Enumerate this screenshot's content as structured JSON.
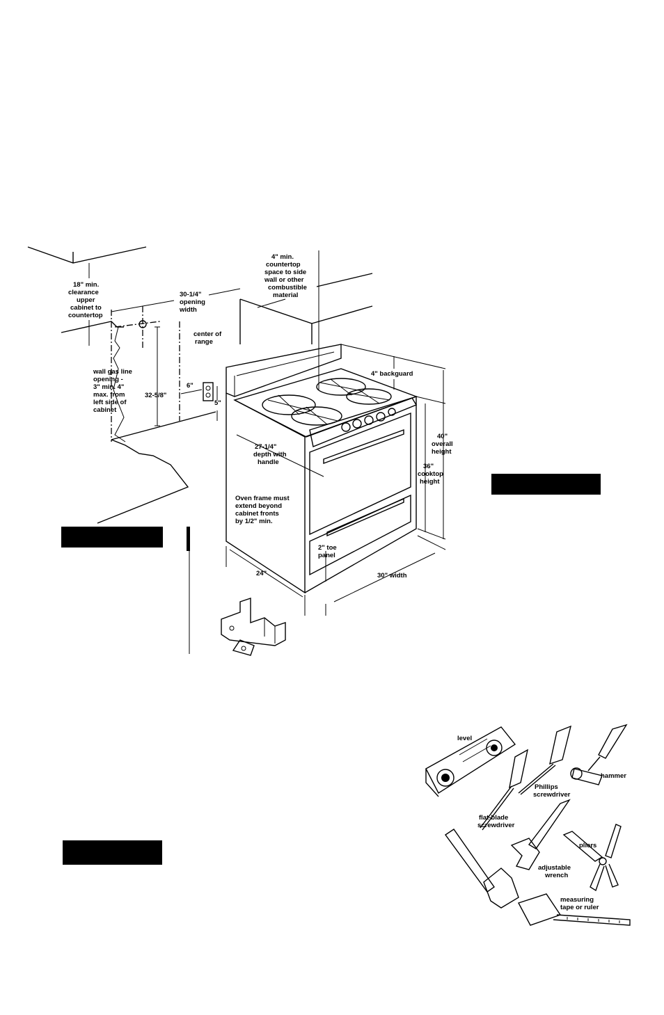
{
  "diagram": {
    "labels": {
      "upper_clearance": [
        "18\" min.",
        "clearance",
        "upper",
        "cabinet to",
        "countertop"
      ],
      "opening_width": [
        "30-1/4\"",
        "opening",
        "width"
      ],
      "side_space": [
        "4\" min.",
        "countertop",
        "space to side",
        "wall or other",
        "combustible",
        "material"
      ],
      "center_of_range": [
        "center of",
        "range"
      ],
      "gas_line": [
        "wall gas line",
        "opening -",
        "3\" min. 4\"",
        "max. from",
        "left side of",
        "cabinet"
      ],
      "gas_height": "32-5/8\"",
      "outlet_offset": "6\"",
      "outlet_height": "5\"",
      "backguard": "4\" backguard",
      "depth": [
        "27-1/4\"",
        "depth with",
        "handle"
      ],
      "overall_height": [
        "40\"",
        "overall",
        "height"
      ],
      "cooktop_height": [
        "36\"",
        "cooktop",
        "height"
      ],
      "oven_frame": [
        "Oven frame must",
        "extend beyond",
        "cabinet fronts",
        "by 1/2\" min."
      ],
      "toe_panel": [
        "2\" toe",
        "panel"
      ],
      "side_depth": "24\"",
      "front_width": "30\" width"
    }
  },
  "tools": {
    "labels": {
      "level": "level",
      "phillips": [
        "Phillips",
        "screwdriver"
      ],
      "hammer": "hammer",
      "flat_blade": [
        "flat-blade",
        "screwdriver"
      ],
      "pliers": "pliers",
      "adjustable": [
        "adjustable",
        "wrench"
      ],
      "measuring": [
        "measuring",
        "tape or ruler"
      ]
    }
  }
}
